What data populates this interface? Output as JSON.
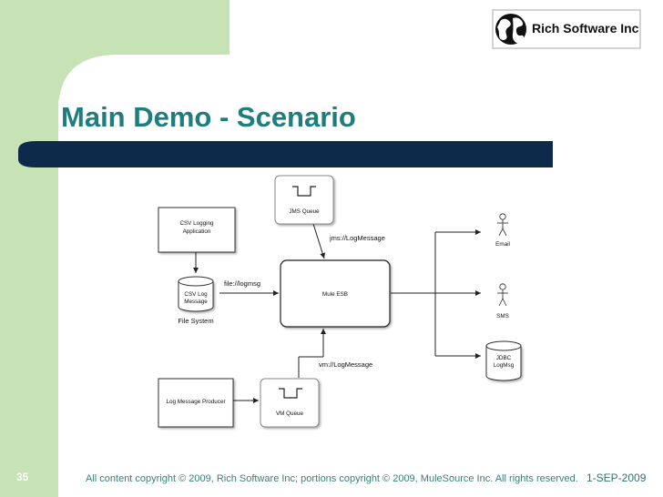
{
  "slide": {
    "company": "Rich Software Inc",
    "title": "Main Demo - Scenario",
    "slide_number": "35",
    "footer": "All content copyright © 2009, Rich Software Inc; portions copyright © 2009, MuleSource Inc.  All rights reserved.",
    "date": "1-SEP-2009",
    "colors": {
      "accent_bar": "#0d2a4a",
      "title": "#1e7d7d",
      "green_panel": "#c7e2b4"
    }
  },
  "diagram": {
    "csv_app": {
      "line1": "CSV Logging",
      "line2": "Application"
    },
    "csv_db": {
      "line1": "CSV Log",
      "line2": "Message"
    },
    "file_system": "File System",
    "jms_queue": "JMS Queue",
    "mule_esb": "Mule ESB",
    "producer": "Log Message Producer",
    "vm_queue": "VM Queue",
    "edge_file": "file://logmsg",
    "edge_jms": "jms://LogMessage",
    "edge_vm": "vm://LogMessage",
    "email": "Email",
    "sms": "SMS",
    "jdbc": {
      "line1": "JDBC",
      "line2": "LogMsg"
    }
  }
}
